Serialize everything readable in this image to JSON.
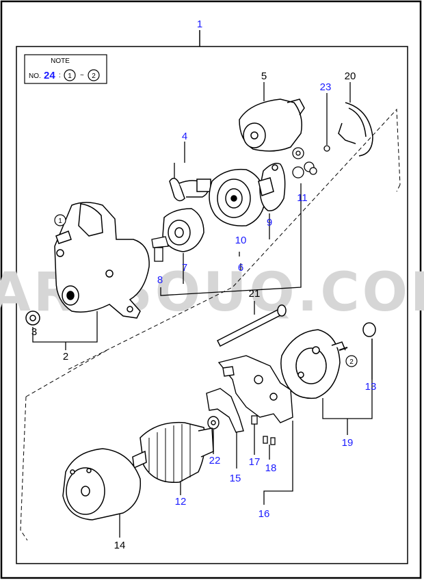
{
  "colors": {
    "label_blue": "#1a1aff",
    "label_black": "#000000",
    "line": "#000000",
    "watermark": "#d6d6d6"
  },
  "watermark": "PARTSOUQ.COM",
  "note": {
    "title": "NOTE",
    "prefix": "NO.",
    "number": "24",
    "colon": ":",
    "from": "1",
    "tilde": "~",
    "to": "2"
  },
  "labels": {
    "l1": "1",
    "l2": "2",
    "l3": "3",
    "l4": "4",
    "l5": "5",
    "l6": "6",
    "l7": "7",
    "l8": "8",
    "l9": "9",
    "l10": "10",
    "l11": "11",
    "l12": "12",
    "l13": "13",
    "l14": "14",
    "l15": "15",
    "l16": "16",
    "l17": "17",
    "l18": "18",
    "l19": "19",
    "l20": "20",
    "l21": "21",
    "l22": "22",
    "l23": "23"
  },
  "markers": {
    "m1": "1",
    "m2": "2"
  }
}
